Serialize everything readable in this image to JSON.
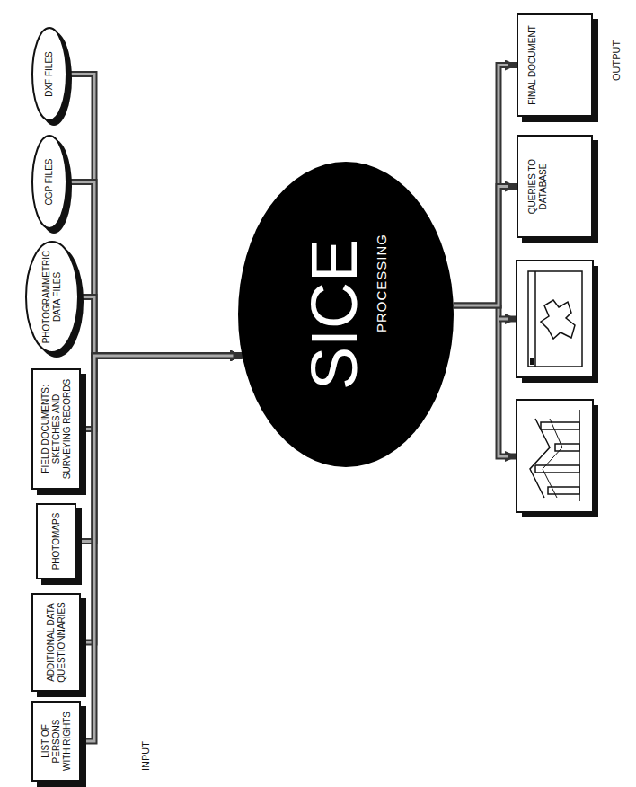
{
  "diagram": {
    "nodes": [
      {
        "text": [
          "DXF FILES"
        ]
      },
      {
        "text": [
          "CGP FILES"
        ]
      },
      {
        "text": [
          "PHOTOGRAMMETRIC DATA FILES"
        ]
      },
      {
        "text": [
          "FIELD DOCUMENTS: SKETCHES AND SURVEYING RECORDS"
        ]
      },
      {
        "text": [
          "PHOTOMAPS"
        ]
      },
      {
        "text": [
          "ADDITIONAL DATA QUESTIONNARIES"
        ]
      },
      {
        "text": [
          "LIST OF PERSONS WITH RIGHTS"
        ]
      },
      {
        "text": [
          "SICE",
          "PROCESSING"
        ]
      },
      {
        "text": [
          "FINAL DOCUMENT"
        ]
      },
      {
        "text": [
          "QUERIES TO DATABASE"
        ]
      }
    ],
    "edges": [
      {
        "from": 0,
        "to": 7,
        "arrow": "to"
      },
      {
        "from": 1,
        "to": 7,
        "arrow": "to"
      },
      {
        "from": 2,
        "to": 7,
        "arrow": "to"
      },
      {
        "from": 3,
        "to": 7,
        "arrow": "to"
      },
      {
        "from": 4,
        "to": 7,
        "arrow": "to"
      },
      {
        "from": 5,
        "to": 7,
        "arrow": "to"
      },
      {
        "from": 6,
        "to": 7,
        "arrow": "to"
      },
      {
        "from": 7,
        "to": 8,
        "arrow": "to"
      },
      {
        "from": 7,
        "to": 9,
        "arrow": "to"
      }
    ],
    "labels": [
      "INPUT",
      "OUTPUT"
    ]
  }
}
